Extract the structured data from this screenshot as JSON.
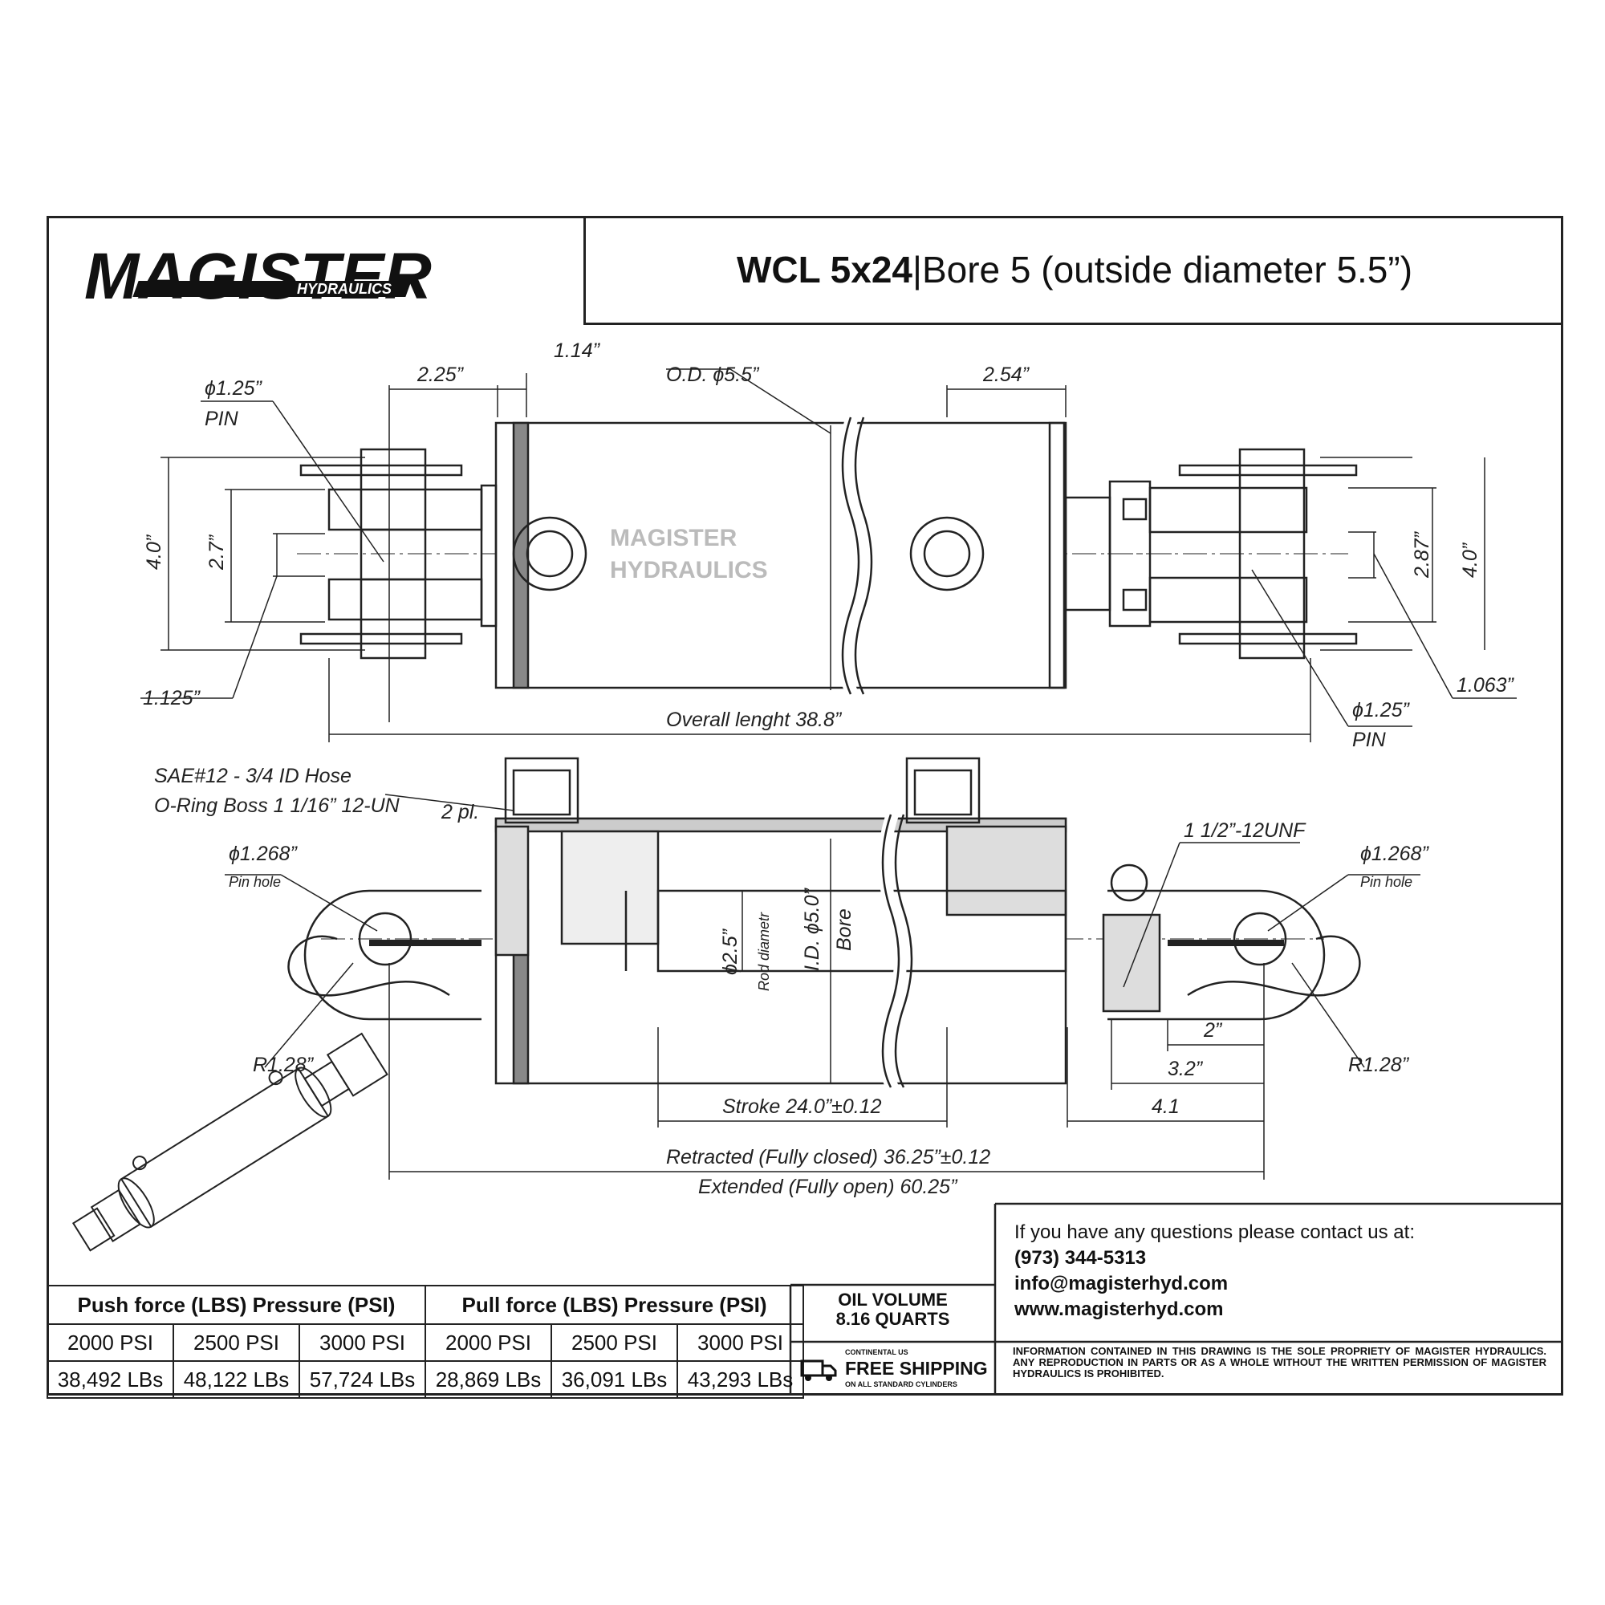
{
  "brand": {
    "logo_main": "MAGISTER",
    "logo_sub": "HYDRAULICS",
    "watermark_line1": "MAGISTER",
    "watermark_line2": "HYDRAULICS"
  },
  "title": {
    "model": "WCL 5x24",
    "separator": " | ",
    "rest": "Bore 5 (outside diameter 5.5”)"
  },
  "dimensions": {
    "d_225": "2.25”",
    "d_114": "1.14”",
    "od": "O.D. ϕ5.5”",
    "d_254": "2.54”",
    "pin_left": "ϕ1.25”",
    "pin_left_label": "PIN",
    "d_40_left": "4.0”",
    "d_27": "2.7”",
    "d_1125": "1.125”",
    "d_287": "2.87”",
    "d_40_right": "4.0”",
    "d_1063": "1.063”",
    "pin_right": "ϕ1.25”",
    "pin_right_label": "PIN",
    "overall": "Overall lenght 38.8”",
    "sae_line1": "SAE#12 - 3/4 ID Hose",
    "sae_line2": "O-Ring Boss 1 1/16” 12-UN",
    "two_pl": "2 pl.",
    "pinhole_left": "ϕ1.268”",
    "pinhole_left_label": "Pin hole",
    "thread": "1 1/2”-12UNF",
    "pinhole_right": "ϕ1.268”",
    "pinhole_right_label": "Pin hole",
    "rod": "ϕ2.5”",
    "rod_label": "Rod diametr",
    "bore": "I.D. ϕ5.0”",
    "bore_label": "Bore",
    "r_left": "R1.28”",
    "r_right": "R1.28”",
    "d_2": "2”",
    "d_32": "3.2”",
    "d_41": "4.1",
    "stroke": "Stroke 24.0”±0.12",
    "retracted": "Retracted (Fully closed) 36.25”±0.12",
    "extended": "Extended (Fully open) 60.25”"
  },
  "contact": {
    "heading": "If you have any questions please contact us at:",
    "phone": "(973) 344-5313",
    "email": "info@magisterhyd.com",
    "web": "www.magisterhyd.com"
  },
  "legal": "Information contained in this drawing is the sole propriety of Magister Hydraulics. Any reproduction in parts or as a whole without the written permission of Magister Hydraulics is prohibited.",
  "oil": {
    "line1": "OIL VOLUME",
    "line2": "8.16  QUARTS"
  },
  "shipping": {
    "small": "CONTINENTAL US",
    "main": "FREE SHIPPING",
    "sub": "ON ALL STANDARD CYLINDERS"
  },
  "force_table": {
    "push_header": "Push force (LBS) Pressure (PSI)",
    "pull_header": "Pull force (LBS) Pressure (PSI)",
    "pressures": [
      "2000 PSI",
      "2500 PSI",
      "3000 PSI",
      "2000 PSI",
      "2500 PSI",
      "3000 PSI"
    ],
    "forces": [
      "38,492 LBs",
      "48,122 LBs",
      "57,724 LBs",
      "28,869 LBs",
      "36,091 LBs",
      "43,293 LBs"
    ]
  }
}
